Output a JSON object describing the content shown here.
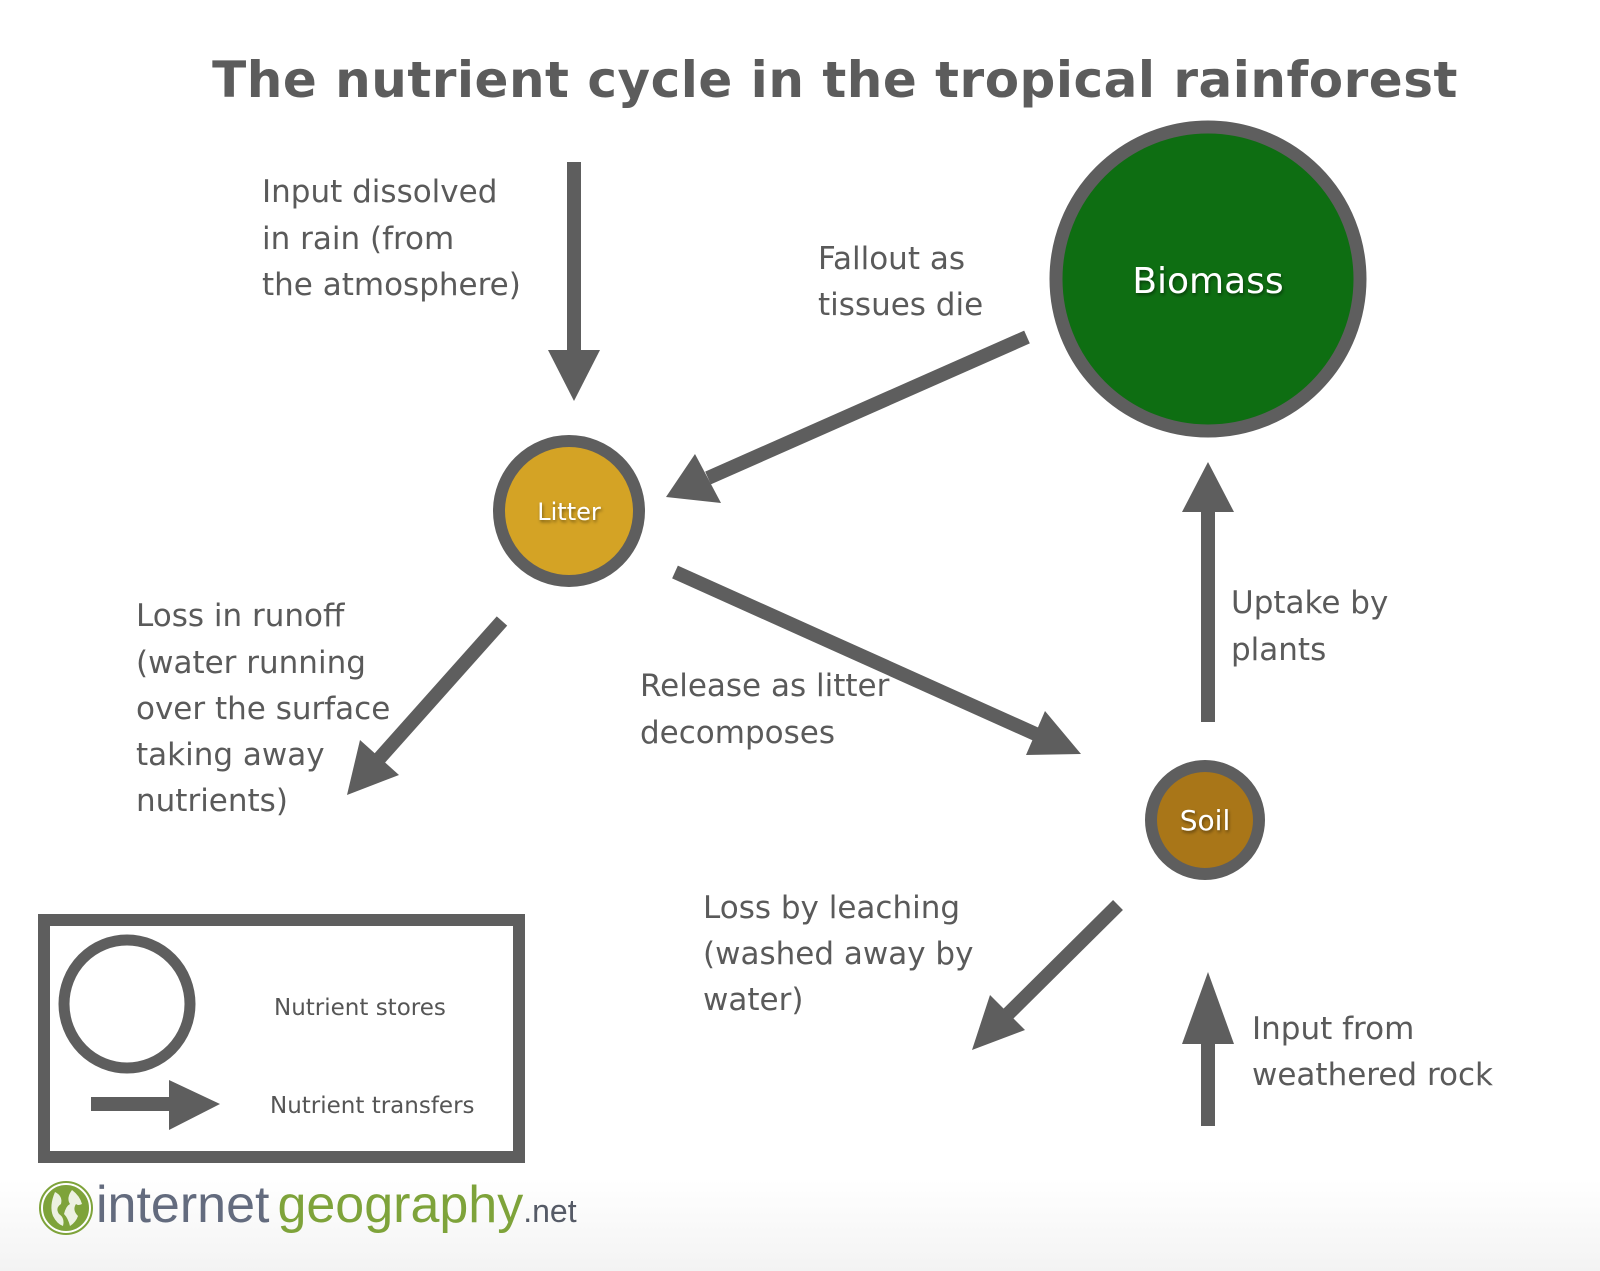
{
  "title": "The nutrient cycle in the tropical rainforest",
  "colors": {
    "arrow": "#5e5e5e",
    "outline": "#5e5e5e",
    "biomass_fill": "#0e6e12",
    "litter_fill": "#d4a325",
    "soil_fill": "#a97618",
    "text": "#5a5a5a",
    "logo_gray": "#636b7e",
    "logo_green": "#7ea33a"
  },
  "stores": {
    "biomass": {
      "label": "Biomass"
    },
    "litter": {
      "label": "Litter"
    },
    "soil": {
      "label": "Soil"
    }
  },
  "transfers": {
    "rain_input": {
      "lines": [
        "Input dissolved",
        "in rain (from",
        "the atmosphere)"
      ]
    },
    "fallout": {
      "lines": [
        "Fallout as",
        "tissues die"
      ]
    },
    "runoff": {
      "lines": [
        "Loss in runoff",
        "(water running",
        "over the surface",
        "taking away",
        "nutrients)"
      ]
    },
    "release": {
      "lines": [
        "Release as litter",
        "decomposes"
      ]
    },
    "uptake": {
      "lines": [
        "Uptake by",
        "plants"
      ]
    },
    "leaching": {
      "lines": [
        "Loss by leaching",
        "(washed away by",
        "water)"
      ]
    },
    "weathering": {
      "lines": [
        "Input from",
        "weathered rock"
      ]
    }
  },
  "legend": {
    "stores_label": "Nutrient stores",
    "transfers_label": "Nutrient transfers"
  },
  "logo": {
    "part1": "internet",
    "part2": "geography",
    "part3": ".net",
    "icon": "globe-icon"
  }
}
